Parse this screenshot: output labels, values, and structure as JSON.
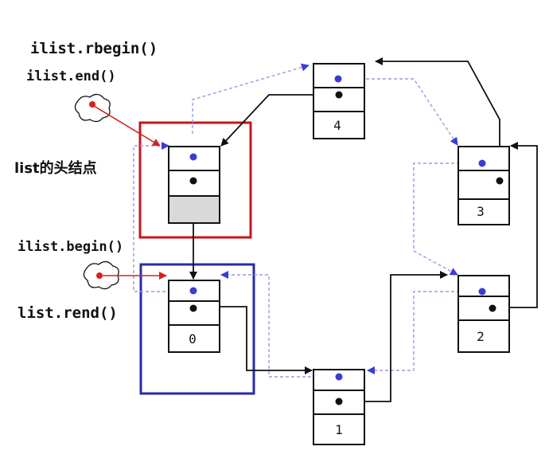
{
  "labels": {
    "rbegin": "ilist.rbegin()",
    "end": "ilist.end()",
    "head": "list的头结点",
    "begin": "ilist.begin()",
    "rend": "list.rend()"
  },
  "nodes": [
    {
      "id": "head",
      "value": ""
    },
    {
      "id": "n0",
      "value": "0"
    },
    {
      "id": "n1",
      "value": "1"
    },
    {
      "id": "n2",
      "value": "2"
    },
    {
      "id": "n3",
      "value": "3"
    },
    {
      "id": "n4",
      "value": "4"
    }
  ],
  "colors": {
    "prev_pointer": "#3b3bd6",
    "next_pointer": "#111111",
    "iterator_arrow": "#d42020",
    "head_box": "#c8141e",
    "begin_box": "#2a2aa8",
    "head_fill": "#d9d9d9"
  }
}
